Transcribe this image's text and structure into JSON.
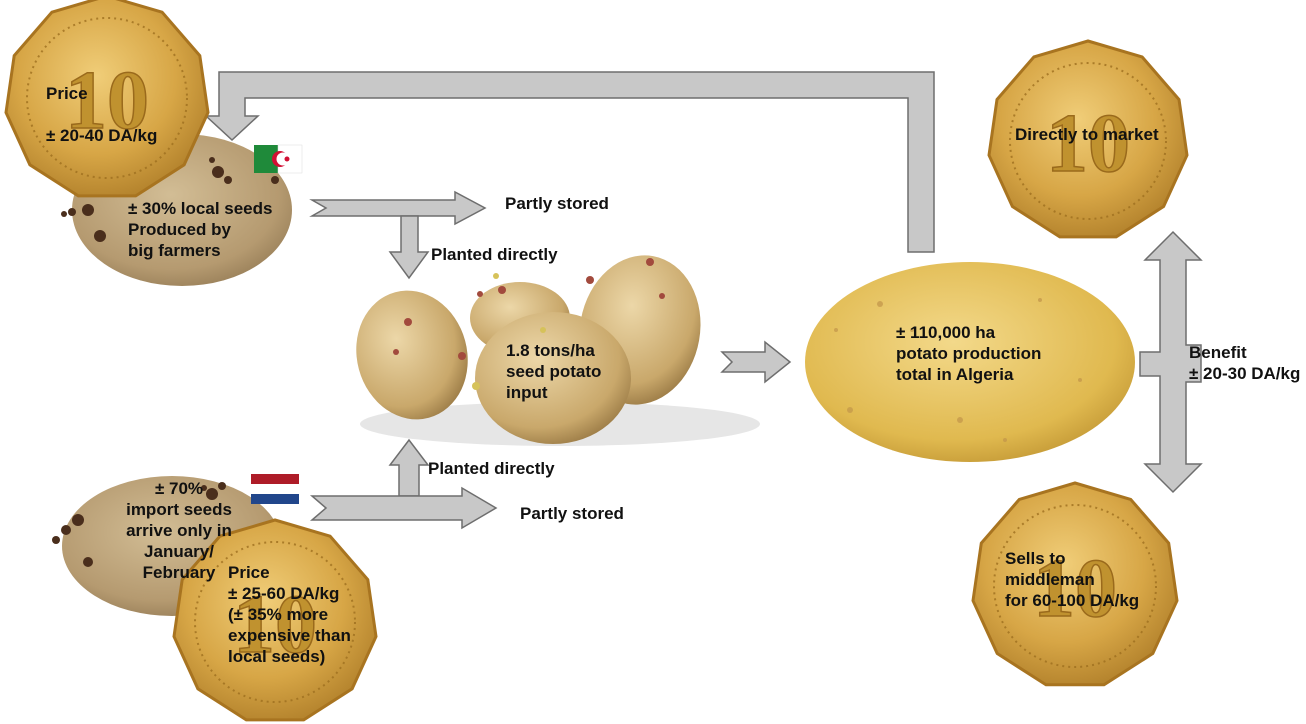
{
  "coins": {
    "local_price": {
      "line1": "Price",
      "line2": "± 20-40 DA/kg"
    },
    "import_price": {
      "text": "Price\n± 25-60 DA/kg\n(± 35% more\nexpensive than\nlocal seeds)"
    },
    "market": {
      "text": "Directly to market"
    },
    "middleman": {
      "text": "Sells to\nmiddleman\nfor 60-100 DA/kg"
    },
    "coin_marking": "10"
  },
  "local_seeds": {
    "text": "± 30% local seeds\nProduced by\nbig farmers",
    "flag": "algeria-flag"
  },
  "import_seeds": {
    "text": "± 70%\nimport seeds\narrive only in\nJanuary/\nFebruary",
    "flag": "netherlands-flag"
  },
  "flow": {
    "partly_stored_top": "Partly stored",
    "planted_directly_top": "Planted directly",
    "planted_directly_bottom": "Planted directly",
    "partly_stored_bottom": "Partly stored"
  },
  "seed_input": {
    "text": "1.8 tons/ha\nseed potato\ninput"
  },
  "production": {
    "text": "± 110,000 ha\npotato production\ntotal in Algeria"
  },
  "benefit": {
    "text": "Benefit\n± 20-30 DA/kg"
  },
  "colors": {
    "coin_gold": "#d7a646",
    "coin_edge": "#a87420",
    "potato_brown": "#b59a70",
    "potato_yellow": "#e4bf55",
    "arrow_fill": "#c8c8c8",
    "arrow_stroke": "#6e6e6e",
    "algeria_green": "#1f8a3a",
    "algeria_red": "#d21034",
    "nl_red": "#ae1c28",
    "nl_blue": "#21468b"
  }
}
